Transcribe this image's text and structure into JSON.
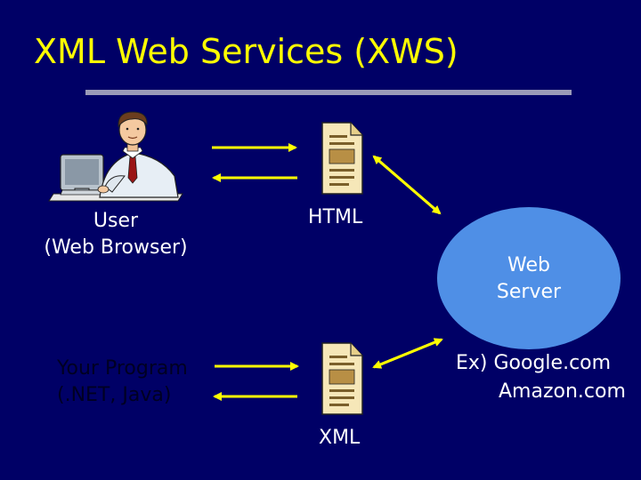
{
  "slide": {
    "title": "XML Web Services (XWS)",
    "user_label_line1": "User",
    "user_label_line2": "(Web Browser)",
    "html_label": "HTML",
    "server_label_line1": "Web",
    "server_label_line2": "Server",
    "program_label_line1": "Your Program",
    "program_label_line2": "(.NET, Java)",
    "example_line1": "Ex) Google.com",
    "example_line2": "Amazon.com",
    "xml_label": "XML"
  },
  "colors": {
    "background": "#000066",
    "title": "#ffff00",
    "arrow": "#ffff00",
    "server_fill": "#4f8fe6",
    "text": "#ffffff"
  },
  "icons": [
    "user-at-computer-icon",
    "html-document-icon",
    "xml-document-icon"
  ]
}
